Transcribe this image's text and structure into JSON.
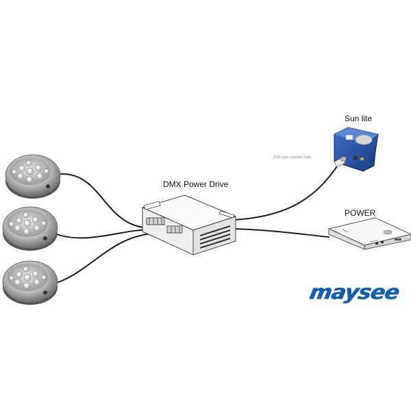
{
  "labels": {
    "dmx_power_drive": "DMX Power Drive",
    "sun_lite": "Sun lite",
    "power": "POWER",
    "xlr_connector": "XLR male conector 3 pin"
  },
  "logo": {
    "text": "maysee",
    "color": "#1460b4"
  },
  "colors": {
    "cable": "#1a1a1a",
    "interface_body": "#1d4b9c",
    "lamp_housing": "#c9c9c9",
    "device_body": "#f4f4f4"
  },
  "icons": {
    "lamp": "round-led-underwater-light-icon",
    "driver": "dmx-power-drive-box-icon",
    "interface": "sunlite-usb-dmx-interface-icon",
    "psu": "power-supply-unit-icon"
  }
}
